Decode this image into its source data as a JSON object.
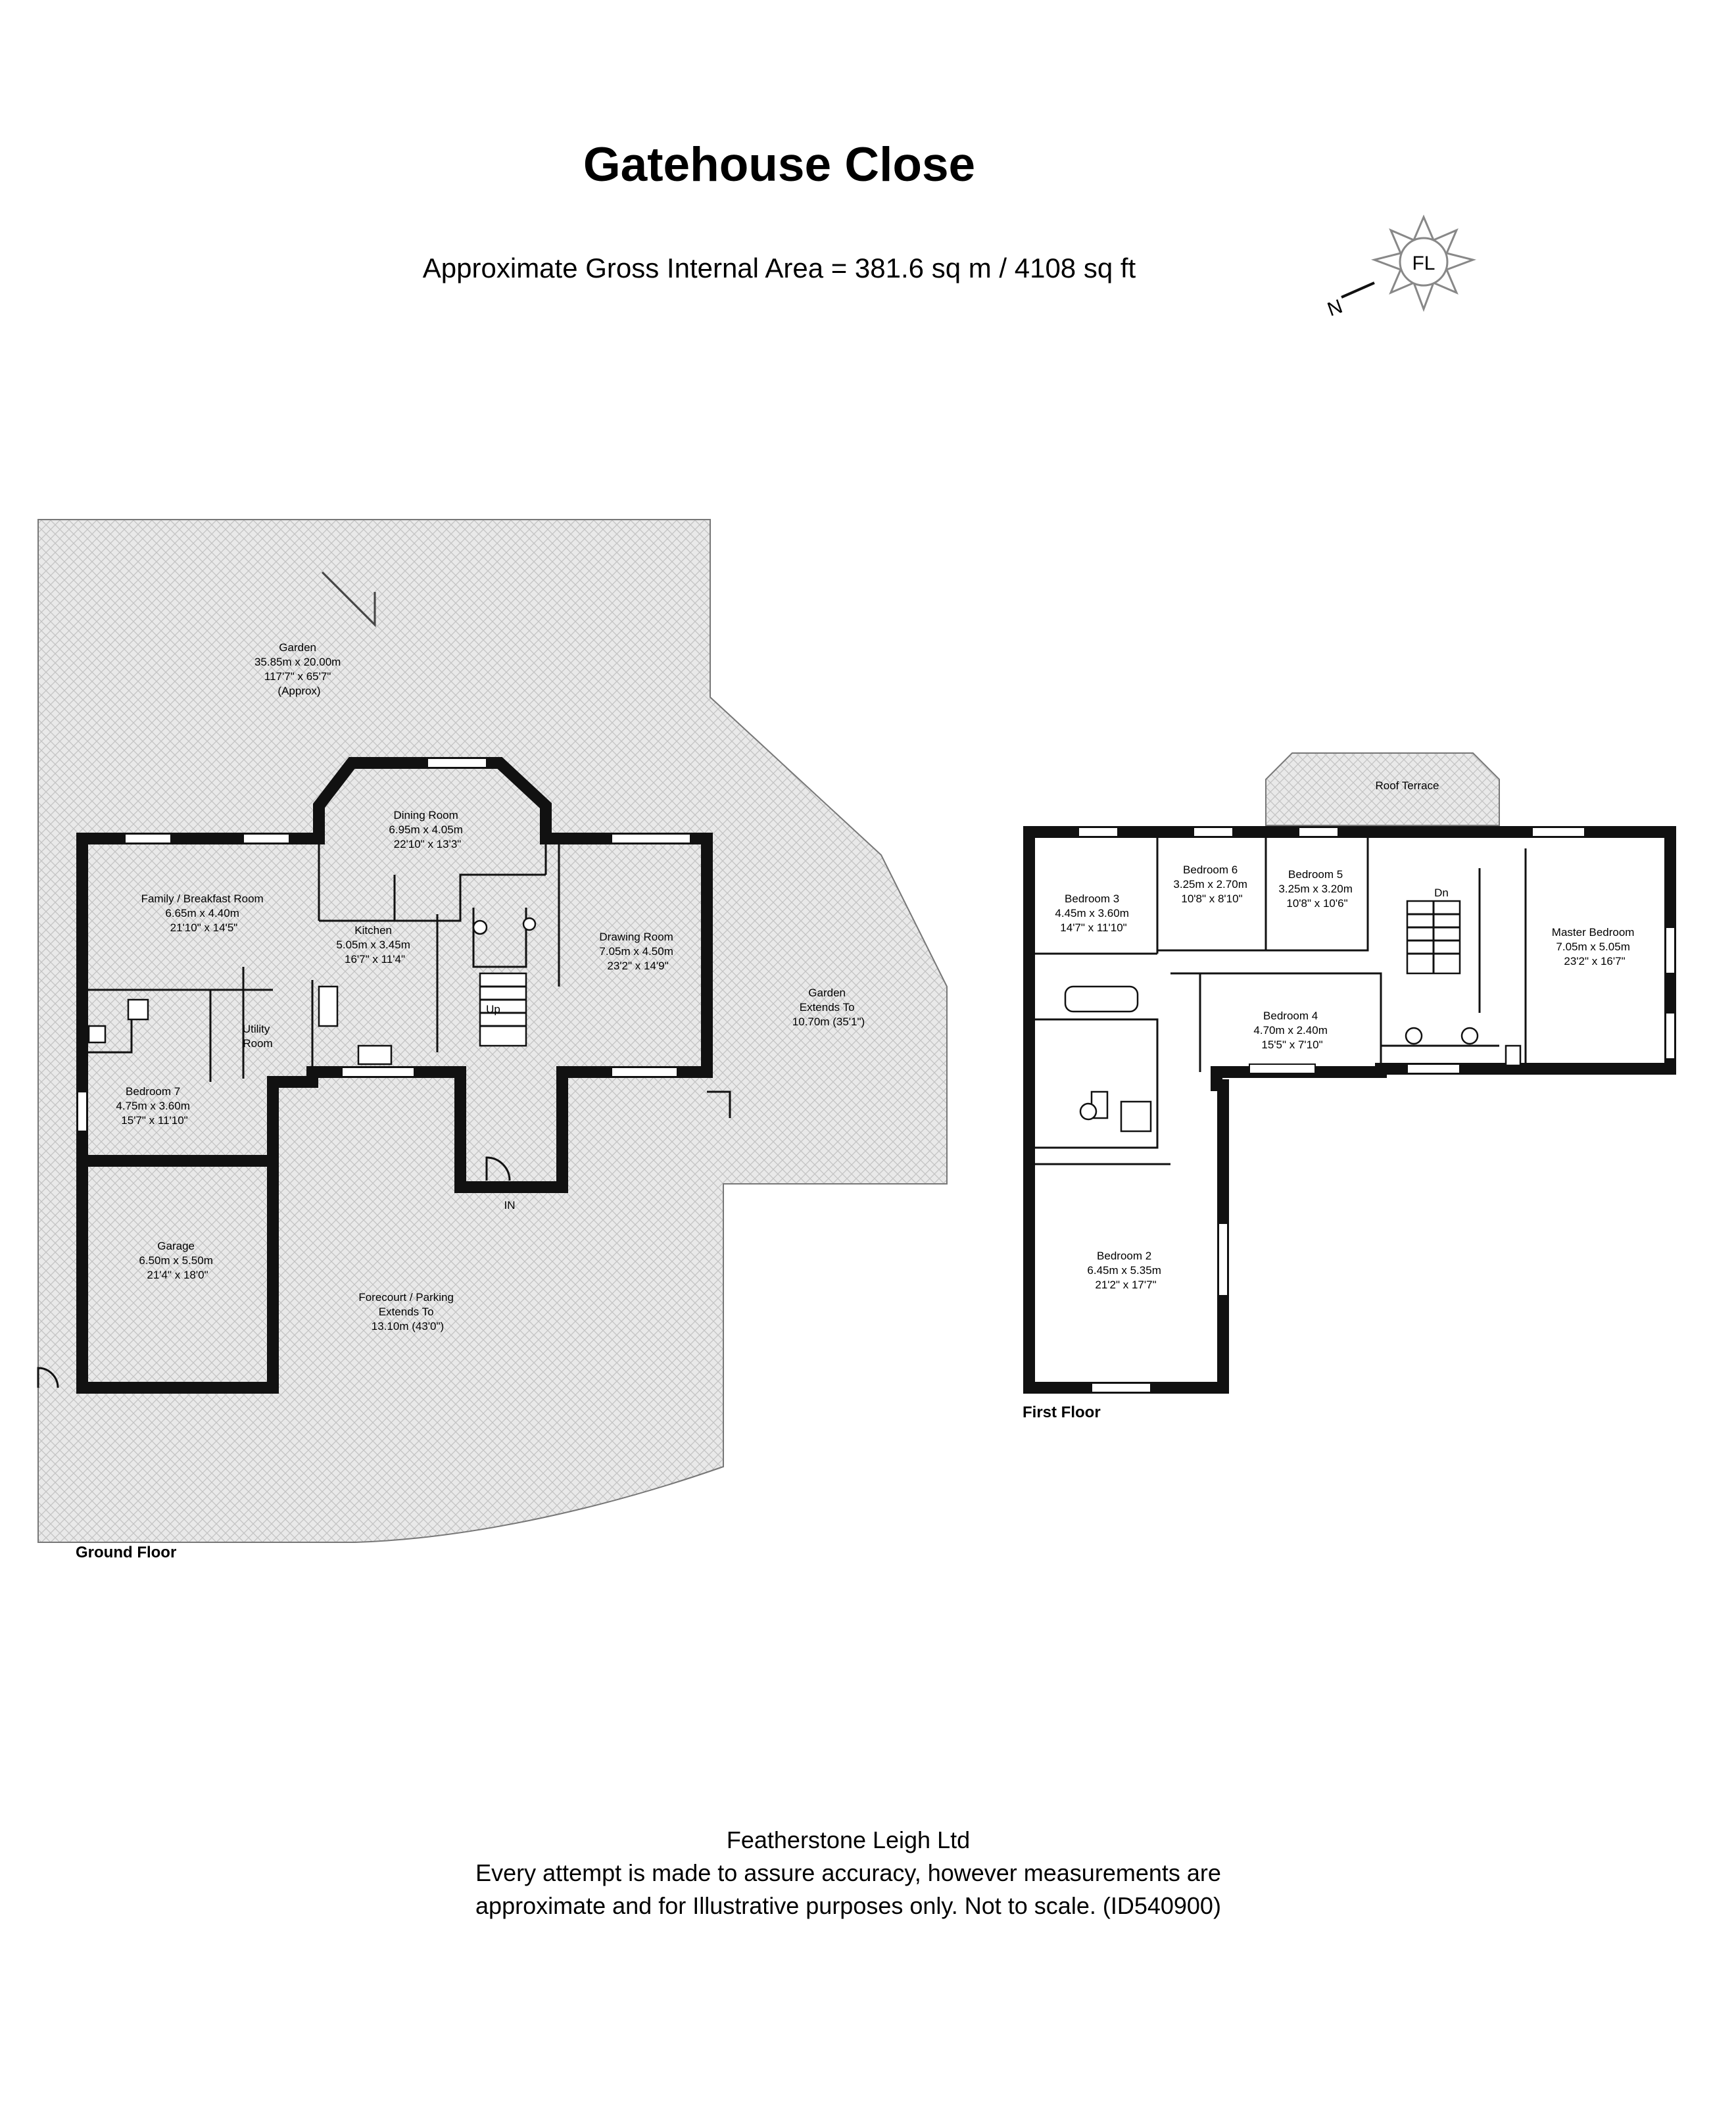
{
  "header": {
    "title": "Gatehouse Close",
    "area": "Approximate Gross Internal Area = 381.6 sq m / 4108 sq ft"
  },
  "compass": {
    "logo": "FL",
    "north": "N",
    "icon": "compass-rose-icon"
  },
  "ground_floor": {
    "label": "Ground Floor",
    "rooms": {
      "garden": [
        "Garden",
        "35.85m x 20.00m",
        "117'7\" x 65'7\"",
        "(Approx)"
      ],
      "dining": [
        "Dining Room",
        "6.95m x 4.05m",
        "22'10\" x 13'3\""
      ],
      "family": [
        "Family / Breakfast Room",
        "6.65m x 4.40m",
        "21'10\" x 14'5\""
      ],
      "kitchen": [
        "Kitchen",
        "5.05m x 3.45m",
        "16'7\" x 11'4\""
      ],
      "drawing": [
        "Drawing Room",
        "7.05m x 4.50m",
        "23'2\" x 14'9\""
      ],
      "garden_side": [
        "Garden",
        "Extends To",
        "10.70m (35'1\")"
      ],
      "utility": [
        "Utility",
        "Room"
      ],
      "bedroom7": [
        "Bedroom 7",
        "4.75m x 3.60m",
        "15'7\" x 11'10\""
      ],
      "garage": [
        "Garage",
        "6.50m x 5.50m",
        "21'4\" x 18'0\""
      ],
      "forecourt": [
        "Forecourt / Parking",
        "Extends To",
        "13.10m (43'0\")"
      ]
    },
    "stairs_up": "Up",
    "entrance": "IN"
  },
  "first_floor": {
    "label": "First Floor",
    "rooms": {
      "roof_terrace": [
        "Roof Terrace"
      ],
      "bedroom3": [
        "Bedroom 3",
        "4.45m x 3.60m",
        "14'7\" x 11'10\""
      ],
      "bedroom6": [
        "Bedroom 6",
        "3.25m x 2.70m",
        "10'8\" x 8'10\""
      ],
      "bedroom5": [
        "Bedroom 5",
        "3.25m x 3.20m",
        "10'8\" x 10'6\""
      ],
      "master": [
        "Master Bedroom",
        "7.05m x 5.05m",
        "23'2\" x 16'7\""
      ],
      "bedroom4": [
        "Bedroom 4",
        "4.70m x 2.40m",
        "15'5\" x 7'10\""
      ],
      "bedroom2": [
        "Bedroom 2",
        "6.45m x 5.35m",
        "21'2\" x 17'7\""
      ]
    },
    "stairs_down": "Dn"
  },
  "footer": {
    "line1": "Featherstone Leigh Ltd",
    "line2": "Every attempt is made to assure accuracy, however measurements are",
    "line3": "approximate and for Illustrative purposes only. Not to scale. (ID540900)"
  }
}
